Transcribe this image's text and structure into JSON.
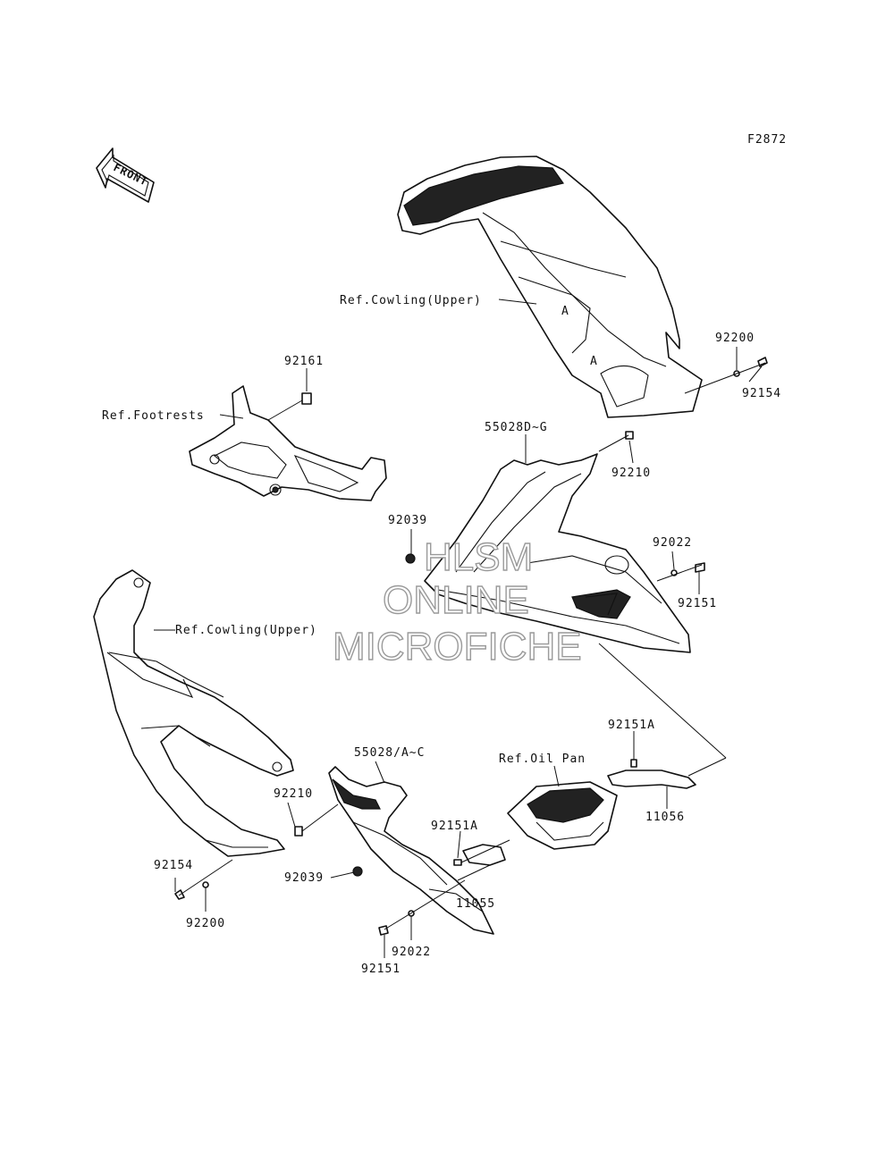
{
  "figure_code": "F2872",
  "front_label": "FRONT",
  "watermark": [
    "HLSM",
    "ONLINE",
    "MICROFICHE"
  ],
  "labels": {
    "ref_cowling_upper_top": "Ref.Cowling(Upper)",
    "ref_cowling_upper_bottom": "Ref.Cowling(Upper)",
    "ref_footrests": "Ref.Footrests",
    "ref_oil_pan": "Ref.Oil Pan"
  },
  "parts": {
    "p92200_top": "92200",
    "p92154_top": "92154",
    "p92161": "92161",
    "p55028dg": "55028D~G",
    "p92210_top": "92210",
    "p92039_top": "92039",
    "p92022_top": "92022",
    "p92151_top": "92151",
    "p92151a_top": "92151A",
    "p55028ac": "55028/A~C",
    "p92210_bot": "92210",
    "p11056": "11056",
    "p92151a_mid": "92151A",
    "p92154_bot": "92154",
    "p92039_bot": "92039",
    "p11055": "11055",
    "p92200_bot": "92200",
    "p92022_bot": "92022",
    "p92151_bot": "92151"
  }
}
